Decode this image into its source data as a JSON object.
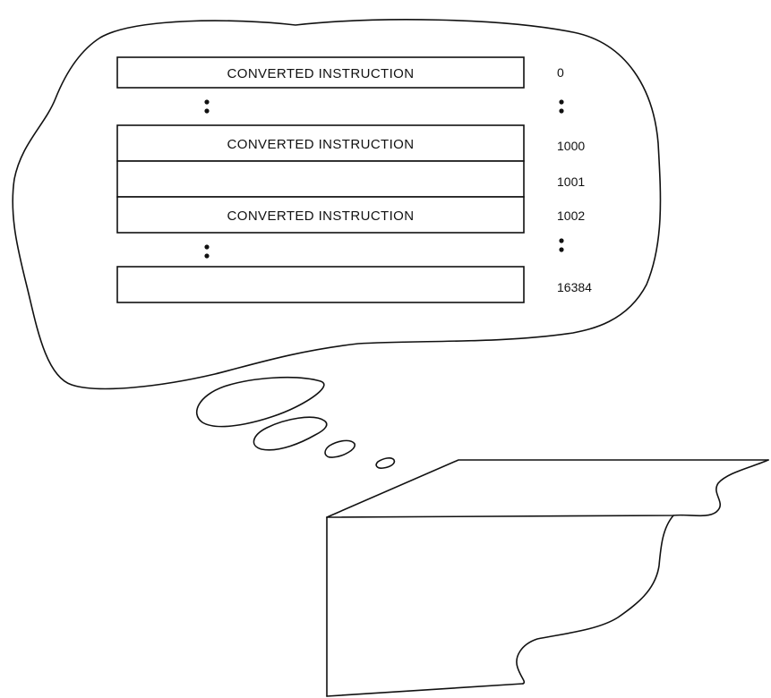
{
  "memory_cells": [
    {
      "label": "CONVERTED INSTRUCTION",
      "address": "0"
    },
    {
      "label": "CONVERTED INSTRUCTION",
      "address": "1000"
    },
    {
      "label": "",
      "address": "1001"
    },
    {
      "label": "CONVERTED INSTRUCTION",
      "address": "1002"
    },
    {
      "label": "",
      "address": "16384"
    }
  ],
  "ellipsis_marks": [
    ":",
    ":"
  ]
}
